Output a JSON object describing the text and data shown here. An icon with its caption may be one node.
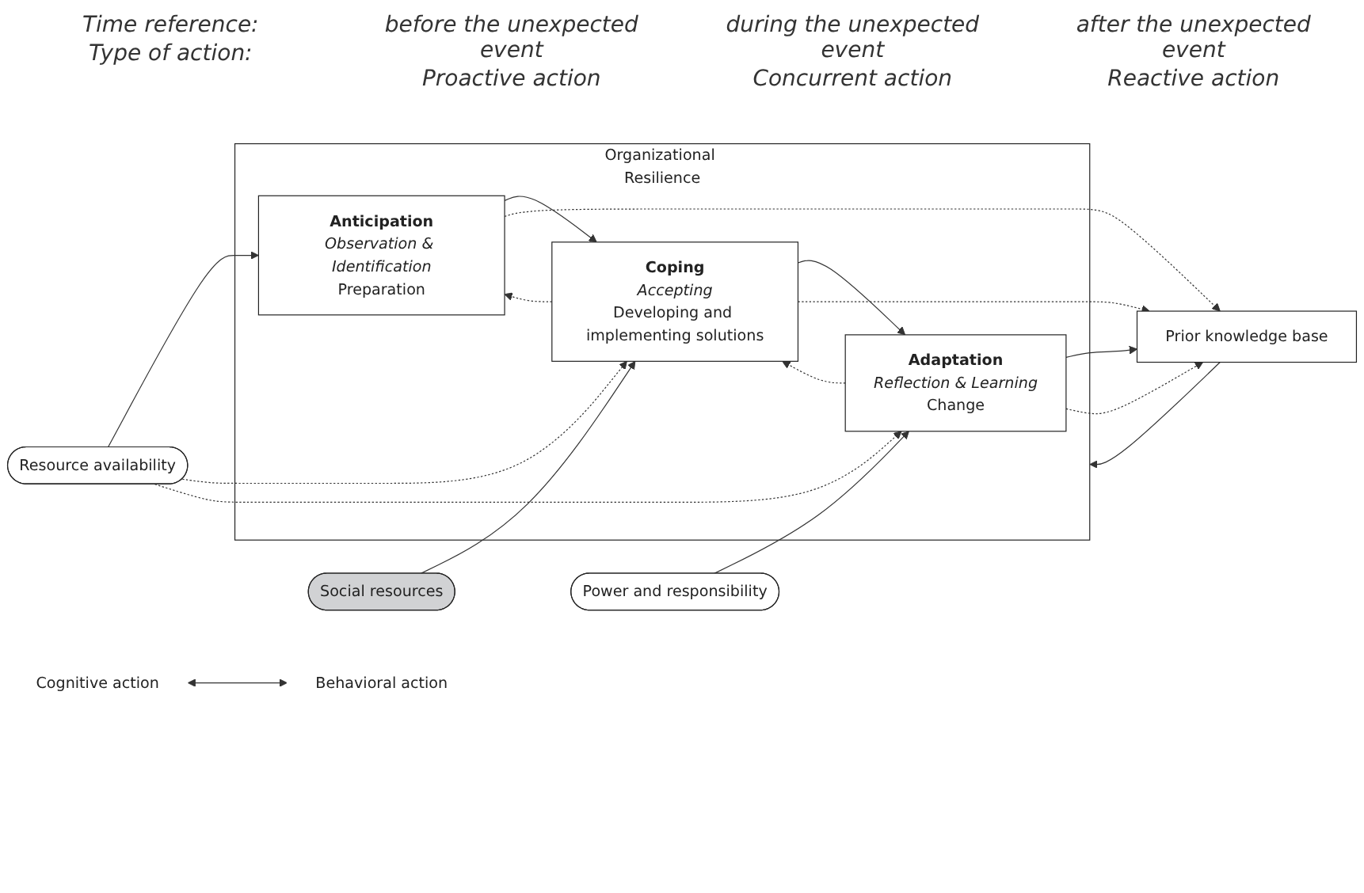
{
  "diagram": {
    "nodes": [
      {
        "text": [
          "Organizational Resilience"
        ]
      },
      {
        "text": [
          "Anticipation",
          "Observation & Identification",
          "Preparation"
        ],
        "in": 0
      },
      {
        "text": [
          "Coping",
          "Accepting",
          "Developing and implementing solutions"
        ],
        "in": 0
      },
      {
        "text": [
          "Adaptation",
          "Reflection & Learning",
          "Change"
        ],
        "in": 0
      },
      {
        "text": [
          "Prior knowledge base"
        ]
      },
      {
        "text": [
          "Resource availability"
        ]
      },
      {
        "text": [
          "Social resources"
        ]
      },
      {
        "text": [
          "Power and responsibility"
        ]
      },
      {
        "text": [
          "Cognitive action"
        ]
      },
      {
        "text": [
          "Behavioral action"
        ]
      }
    ],
    "edges": [
      {
        "from": 4,
        "to": 0,
        "arrow": "to"
      },
      {
        "from": 1,
        "to": 2,
        "arrow": "to"
      },
      {
        "from": 2,
        "to": 1,
        "arrow": "to",
        "style": "dashed"
      },
      {
        "from": 2,
        "to": 3,
        "arrow": "to"
      },
      {
        "from": 3,
        "to": 2,
        "arrow": "to",
        "style": "dashed"
      },
      {
        "from": 3,
        "to": 4,
        "arrow": "to"
      },
      {
        "from": 1,
        "to": 4,
        "arrow": "to",
        "style": "dashed"
      },
      {
        "from": 2,
        "to": 4,
        "arrow": "to",
        "style": "dashed"
      },
      {
        "from": 3,
        "to": 4,
        "arrow": "to",
        "style": "dashed"
      },
      {
        "from": 5,
        "to": 1,
        "arrow": "to"
      },
      {
        "from": 5,
        "to": 2,
        "arrow": "to",
        "style": "dashed"
      },
      {
        "from": 5,
        "to": 3,
        "arrow": "to",
        "style": "dashed"
      },
      {
        "from": 6,
        "to": 2,
        "arrow": "to"
      },
      {
        "from": 7,
        "to": 3,
        "arrow": "to"
      },
      {
        "from": 8,
        "to": 9,
        "arrow": "both"
      }
    ],
    "labels": [
      "Time reference:",
      "Type of action:",
      "before the unexpected event",
      "Proactive action",
      "during the unexpected event",
      "Concurrent action",
      "after the unexpected event",
      "Reactive action"
    ]
  }
}
